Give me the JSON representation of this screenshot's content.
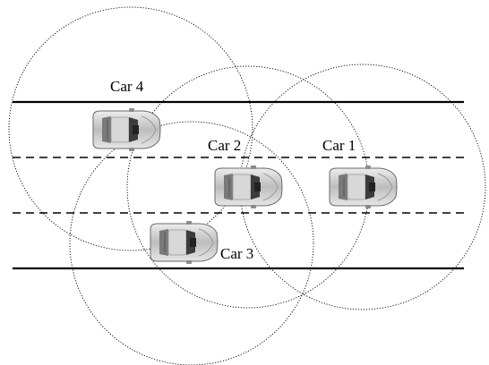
{
  "cars": [
    {
      "id": "car1",
      "label": "Car 1"
    },
    {
      "id": "car2",
      "label": "Car 2"
    },
    {
      "id": "car3",
      "label": "Car 3"
    },
    {
      "id": "car4",
      "label": "Car 4"
    }
  ],
  "colors": {
    "line": "#000000",
    "car_body": "#c4c4c4",
    "car_dark": "#4a4a4a"
  },
  "icons": {
    "car": "car-top-view-icon",
    "range": "communication-range-circle"
  }
}
